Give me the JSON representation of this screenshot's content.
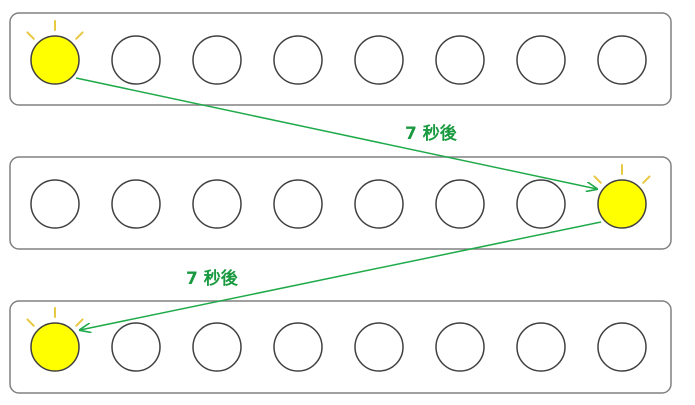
{
  "diagram": {
    "lamps_per_row": 8,
    "rows": [
      {
        "lit_index": 0
      },
      {
        "lit_index": 7
      },
      {
        "lit_index": 0
      }
    ],
    "transitions": [
      {
        "from_row": 0,
        "to_row": 1,
        "label": "7 秒後"
      },
      {
        "from_row": 1,
        "to_row": 2,
        "label": "7 秒後"
      }
    ]
  },
  "colors": {
    "lit_fill": "#ffff00",
    "lamp_stroke": "#404040",
    "panel_stroke": "#808080",
    "ray": "#e8c840",
    "arrow": "#1faa4a",
    "label": "#1a9a40"
  }
}
